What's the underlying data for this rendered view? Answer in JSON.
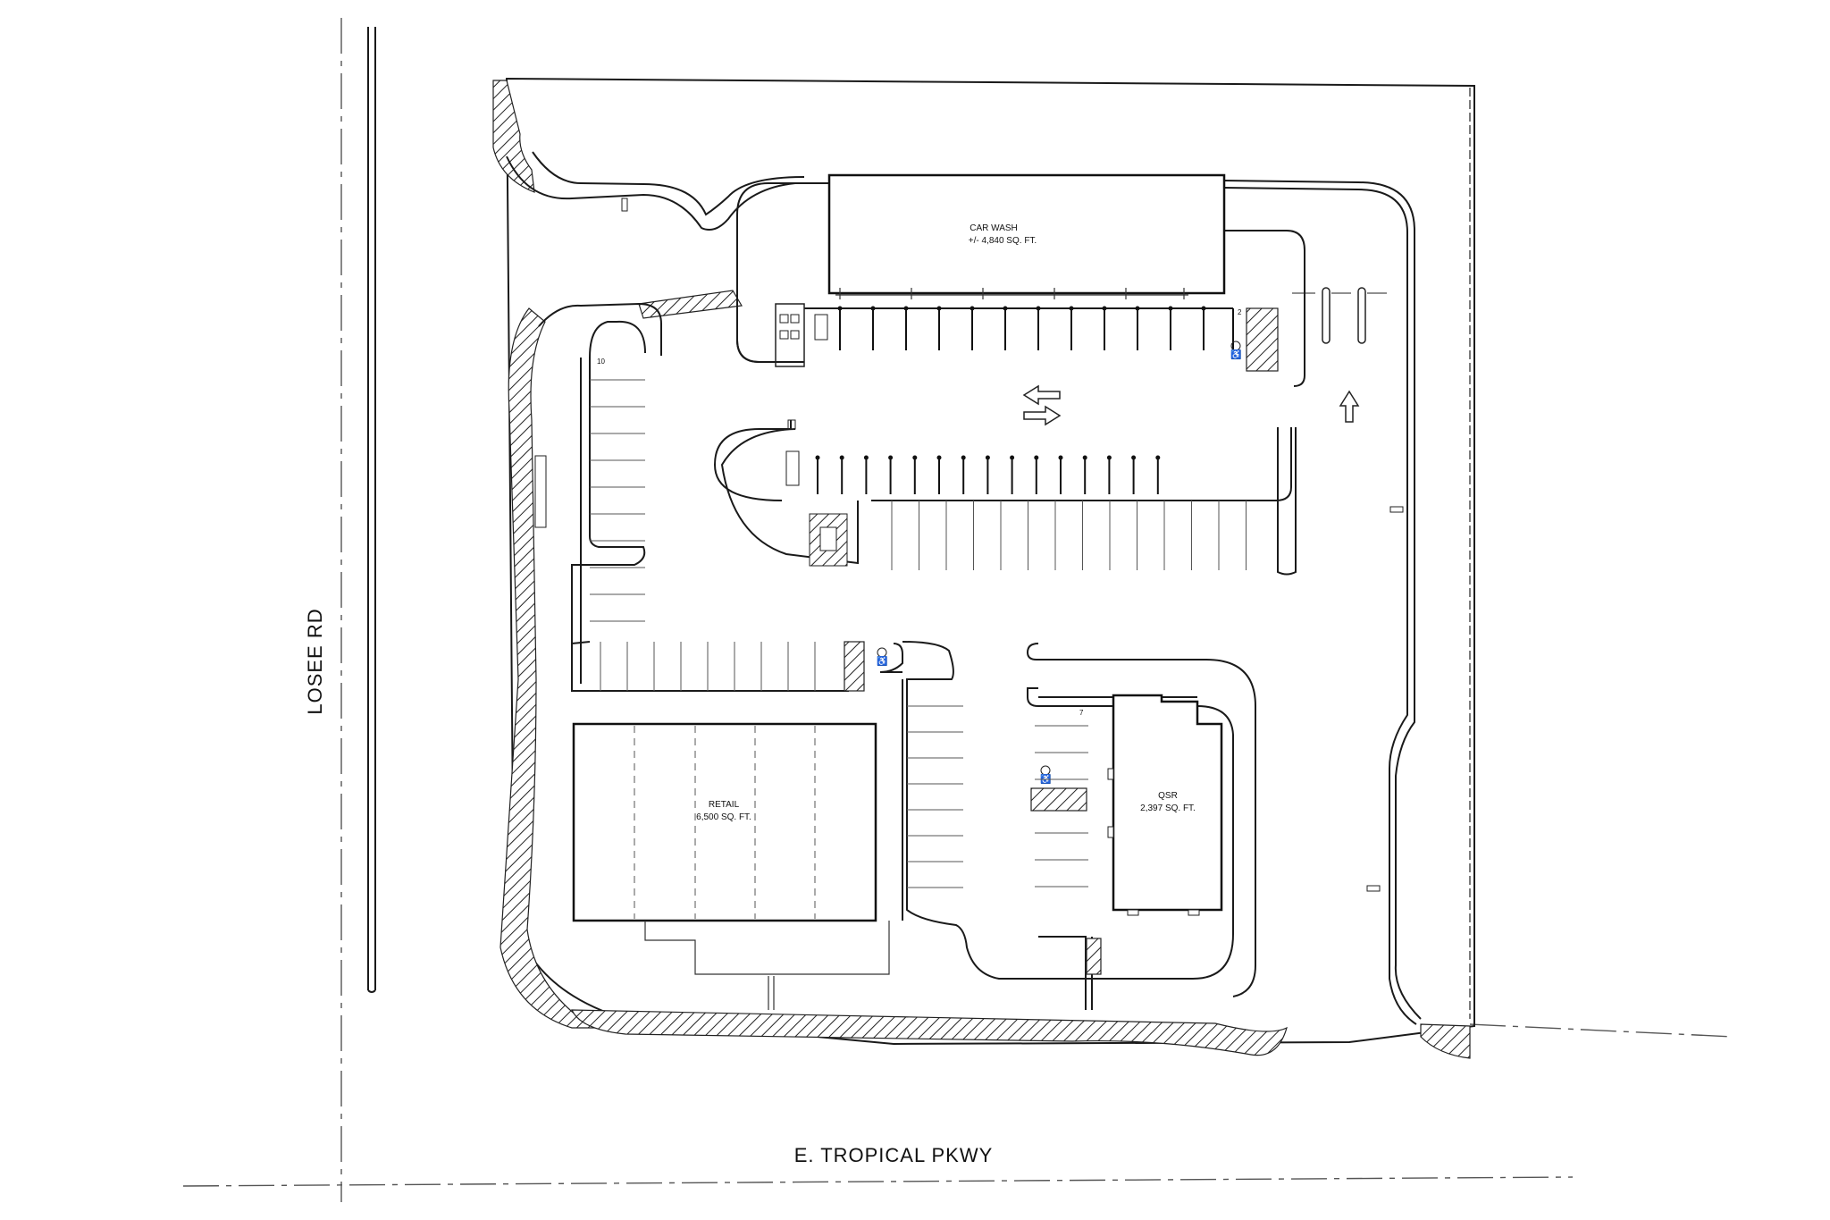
{
  "roads": {
    "west": "LOSEE RD",
    "south": "E. TROPICAL PKWY"
  },
  "buildings": {
    "car_wash": {
      "name": "CAR WASH",
      "area": "+/- 4,840 SQ. FT."
    },
    "retail": {
      "name": "RETAIL",
      "area": "6,500 SQ. FT."
    },
    "qsr": {
      "name": "QSR",
      "area": "2,397 SQ. FT."
    }
  },
  "parking_counts": {
    "west_row": "10",
    "east_stall": "2",
    "qsr_row": "7"
  },
  "colors": {
    "line": "#1a1a1a",
    "background": "#ffffff"
  },
  "icons": [
    "accessible-parking-icon",
    "arrow-left-icon",
    "arrow-right-icon",
    "arrow-up-icon",
    "vacuum-station-icon"
  ]
}
